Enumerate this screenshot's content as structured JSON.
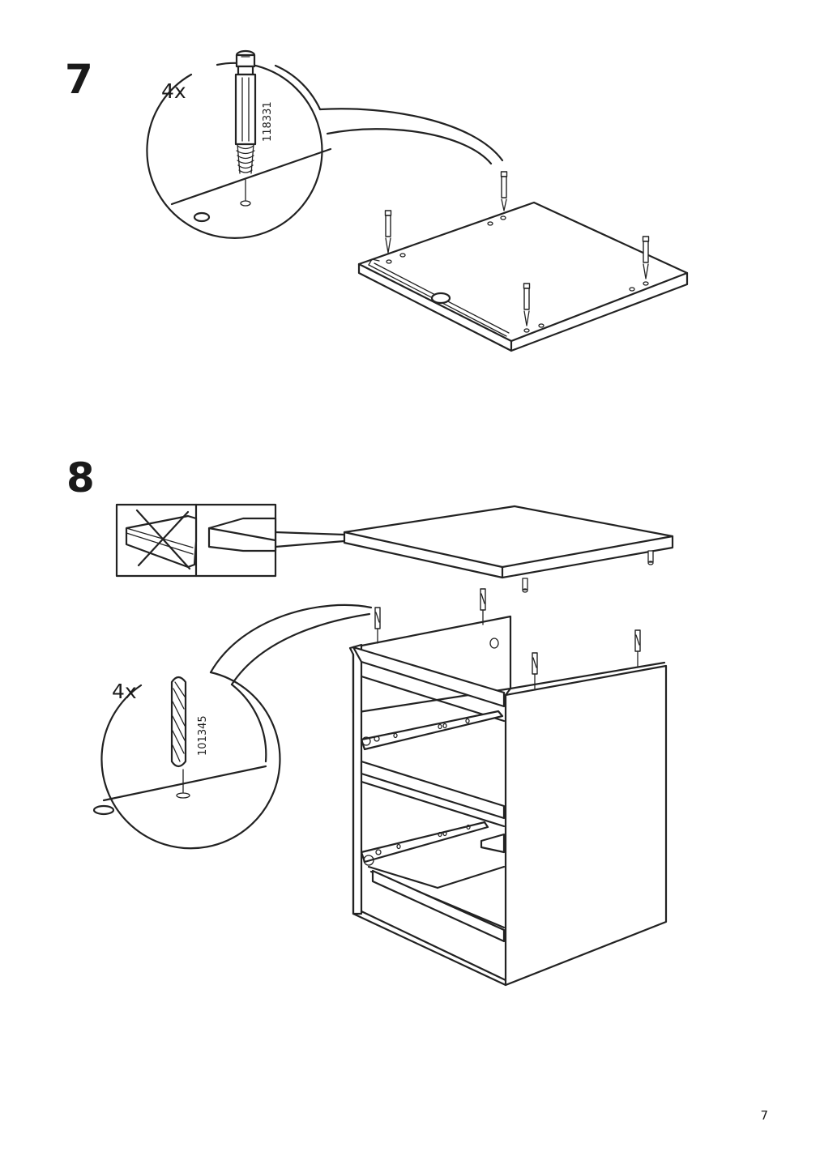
{
  "steps": [
    {
      "number": "7",
      "quantity": "4x",
      "part_number": "118331",
      "part_icon": "cam-lock-dowel-icon"
    },
    {
      "number": "8",
      "quantity": "4x",
      "part_number": "101345",
      "part_icon": "wooden-dowel-icon"
    }
  ],
  "page_number": "7"
}
